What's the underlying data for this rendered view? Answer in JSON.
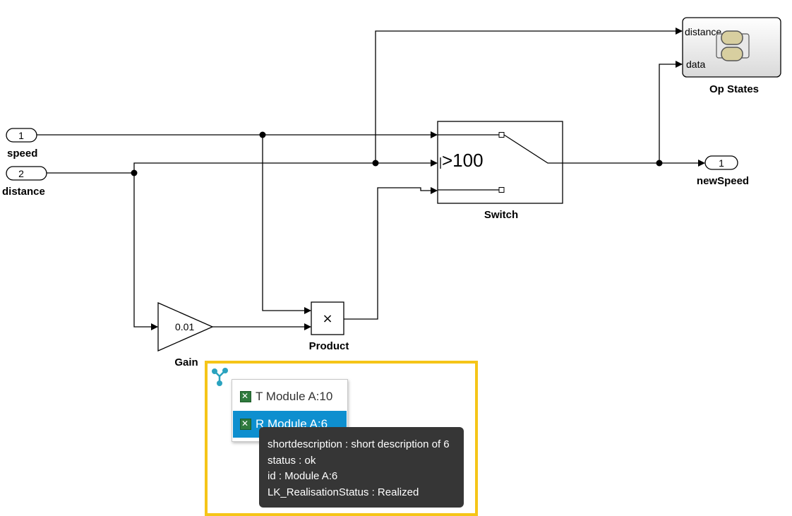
{
  "diagram": {
    "inports": [
      {
        "number": "1",
        "label": "speed"
      },
      {
        "number": "2",
        "label": "distance"
      }
    ],
    "outport": {
      "number": "1",
      "label": "newSpeed"
    },
    "switch": {
      "label": "Switch",
      "criteria": ">100"
    },
    "gain": {
      "label": "Gain",
      "value": "0.01"
    },
    "product": {
      "label": "Product",
      "symbol": "×"
    },
    "op_states": {
      "label": "Op States",
      "ports": [
        "distance",
        "data"
      ]
    }
  },
  "traceability_menu": {
    "items": [
      {
        "label": "T Module A:10",
        "icon": "excel-icon",
        "selected": false
      },
      {
        "label": "R Module A:6",
        "icon": "excel-icon",
        "selected": true
      }
    ]
  },
  "tooltip": {
    "lines": [
      "shortdescription : short description of 6",
      "status : ok",
      "id : Module A:6",
      "LK_RealisationStatus : Realized"
    ]
  },
  "colors": {
    "highlight_border": "#f5c518",
    "menu_selected": "#0e8fcf",
    "tooltip_bg": "#363636",
    "link_icon": "#2aa3bf"
  }
}
